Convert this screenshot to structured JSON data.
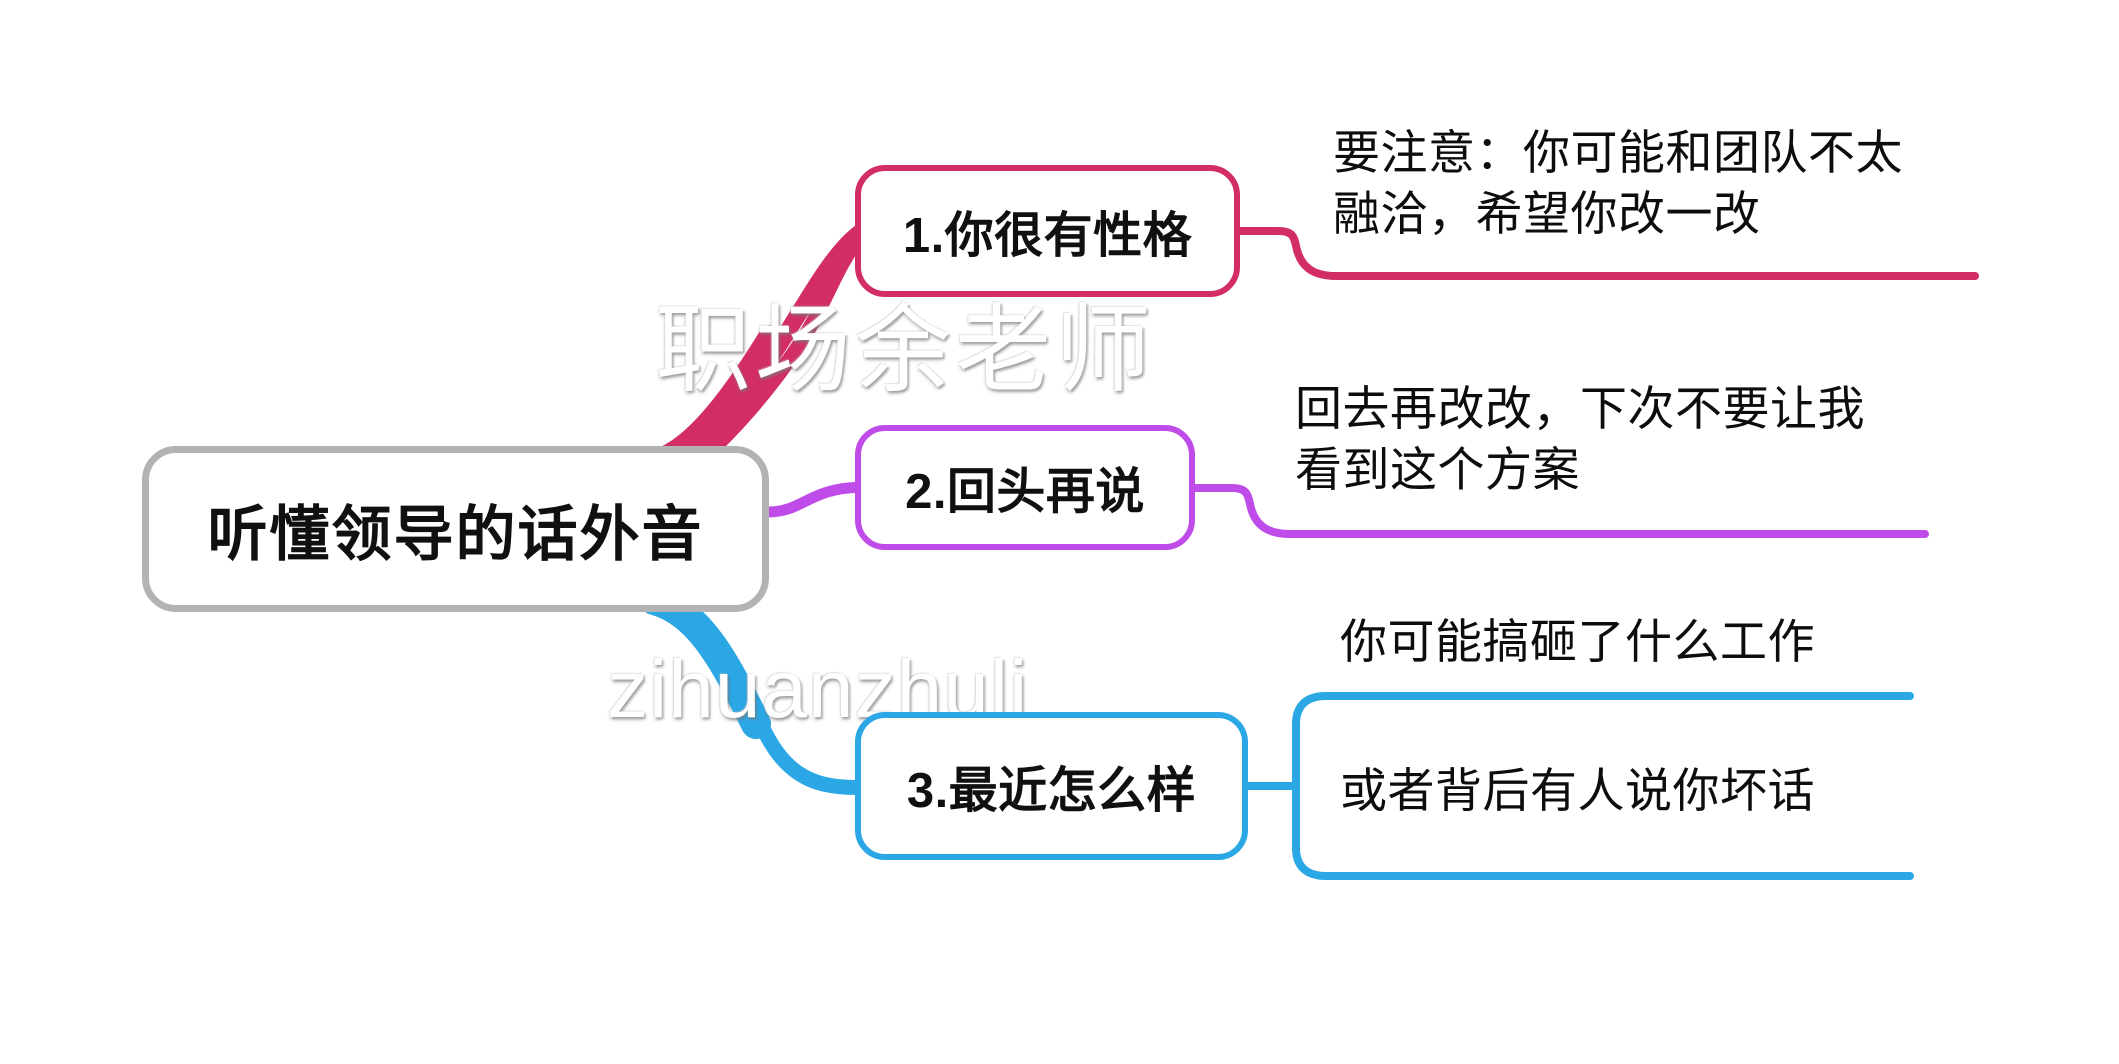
{
  "diagram": {
    "title": "听懂领导的话外音",
    "type": "mind-map",
    "background_color": "#ffffff",
    "root": {
      "label": "听懂领导的话外音",
      "border_color": "#b3b3b3"
    },
    "branches": [
      {
        "id": 1,
        "label": "1.你很有性格",
        "color": "#d32e63",
        "leaves": [
          {
            "text": "要注意：你可能和团队不太\n融洽，希望你改一改"
          }
        ]
      },
      {
        "id": 2,
        "label": "2.回头再说",
        "color": "#bf4ce8",
        "leaves": [
          {
            "text": "回去再改改，下次不要让我\n看到这个方案"
          }
        ]
      },
      {
        "id": 3,
        "label": "3.最近怎么样",
        "color": "#2ba7e5",
        "leaves": [
          {
            "text": "你可能搞砸了什么工作"
          },
          {
            "text": "或者背后有人说你坏话"
          }
        ]
      }
    ],
    "watermarks": [
      {
        "text": "职场余老师",
        "color": "#ffffff"
      },
      {
        "text": "zihuanzhuli",
        "color": "#ffffff"
      }
    ]
  }
}
